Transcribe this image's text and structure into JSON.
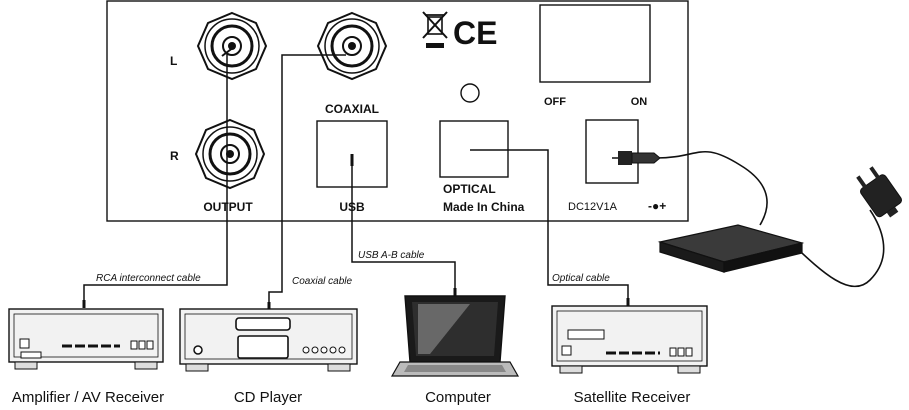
{
  "panel": {
    "channel_left": "L",
    "channel_right": "R",
    "output_label": "OUTPUT",
    "coaxial_label": "COAXIAL",
    "usb_label": "USB",
    "optical_label": "OPTICAL",
    "origin_label": "Made In China",
    "power_rating": "DC12V1A",
    "switch_off": "OFF",
    "switch_on": "ON",
    "polarity_symbol": "-●+",
    "ce_mark": "CE"
  },
  "cables": {
    "rca": "RCA interconnect cable",
    "coaxial": "Coaxial cable",
    "usb": "USB A-B cable",
    "optical": "Optical cable"
  },
  "devices": {
    "amplifier": "Amplifier / AV Receiver",
    "cd_player": "CD Player",
    "computer": "Computer",
    "satellite": "Satellite Receiver"
  },
  "colors": {
    "line": "#111111",
    "panel_fill": "#ffffff",
    "device_fill": "#f2f2f2",
    "laptop_screen": "#1a1a1a",
    "adapter": "#222222"
  }
}
